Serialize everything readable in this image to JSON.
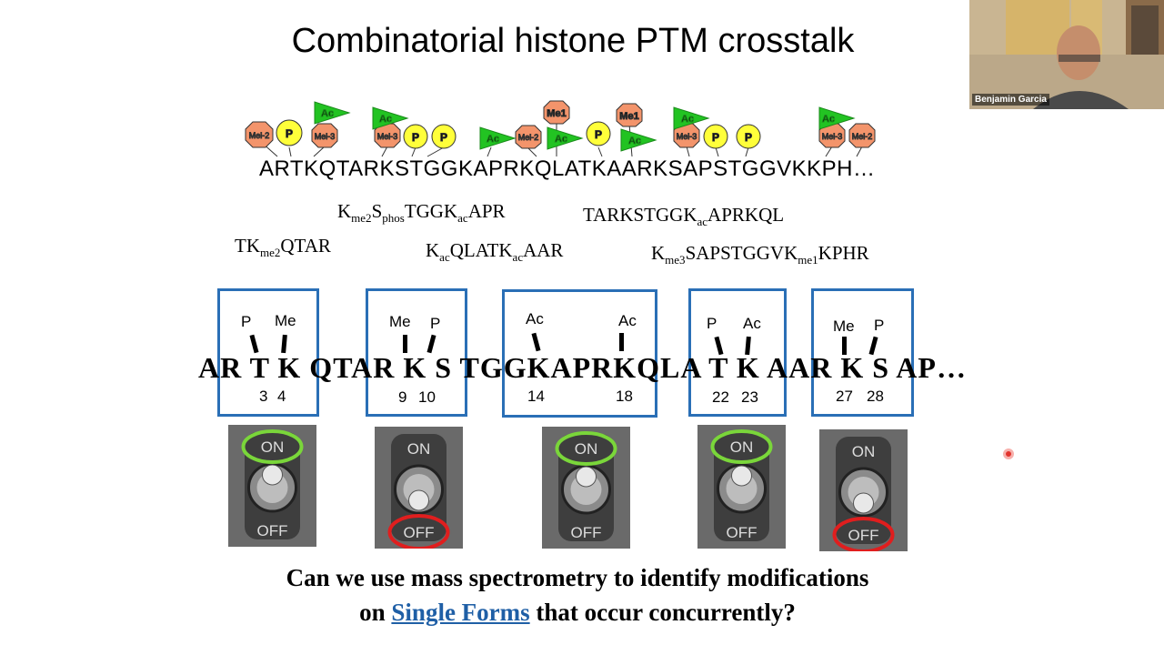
{
  "slide": {
    "title": "Combinatorial histone PTM crosstalk",
    "sequence": "ARTKQTARKSTGGKAPRKQLATKAARKSAPSTGGVKKPH…",
    "ptm_labels": {
      "me2": "Mel-2",
      "me3": "Mel-3",
      "me1": "Me1",
      "p": "P",
      "ac": "Ac"
    },
    "peptides": {
      "p1": {
        "a": "K",
        "s1": "me2",
        "b": "S",
        "s2": "phos",
        "c": "TGGK",
        "s3": "ac",
        "d": "APR"
      },
      "p2": {
        "a": "TARKSTGGK",
        "s1": "ac",
        "b": "APRKQL"
      },
      "p3": {
        "a": "TK",
        "s1": "me2",
        "b": "QTAR"
      },
      "p4": {
        "a": "K",
        "s1": "ac",
        "b": "QLATK",
        "s2": "ac",
        "c": "AAR"
      },
      "p5": {
        "a": "K",
        "s1": "me3",
        "b": "SAPSTGGVK",
        "s2": "me1",
        "c": "KPHR"
      }
    },
    "big_sequence": "AR T K QTAR K S TGGKAPRKQLA T K AAR K S AP…",
    "boxes": [
      {
        "mark1": "P",
        "mark2": "Me",
        "n1": "3",
        "n2": "4"
      },
      {
        "mark1": "Me",
        "mark2": "P",
        "n1": "9",
        "n2": "10"
      },
      {
        "mark1": "Ac",
        "mark2": "Ac",
        "n1": "14",
        "n2": "18"
      },
      {
        "mark1": "P",
        "mark2": "Ac",
        "n1": "22",
        "n2": "23"
      },
      {
        "mark1": "Me",
        "mark2": "P",
        "n1": "27",
        "n2": "28"
      }
    ],
    "switches": [
      {
        "on": "ON",
        "off": "OFF",
        "state": "on"
      },
      {
        "on": "ON",
        "off": "OFF",
        "state": "off"
      },
      {
        "on": "ON",
        "off": "OFF",
        "state": "on"
      },
      {
        "on": "ON",
        "off": "OFF",
        "state": "on"
      },
      {
        "on": "ON",
        "off": "OFF",
        "state": "off"
      }
    ],
    "question_line1": "Can we use mass spectrometry to identify modifications",
    "question_line2_pre": "on ",
    "question_link": "Single Forms",
    "question_line2_post": " that occur concurrently?"
  },
  "video": {
    "participant_name": "Benjamin Garcia"
  },
  "colors": {
    "box_border": "#2a6fb6",
    "on_ring": "#7ad63a",
    "off_ring": "#e01e1e",
    "methyl": "#f3946b",
    "phospho": "#ffff3a",
    "acetyl": "#22c322"
  }
}
